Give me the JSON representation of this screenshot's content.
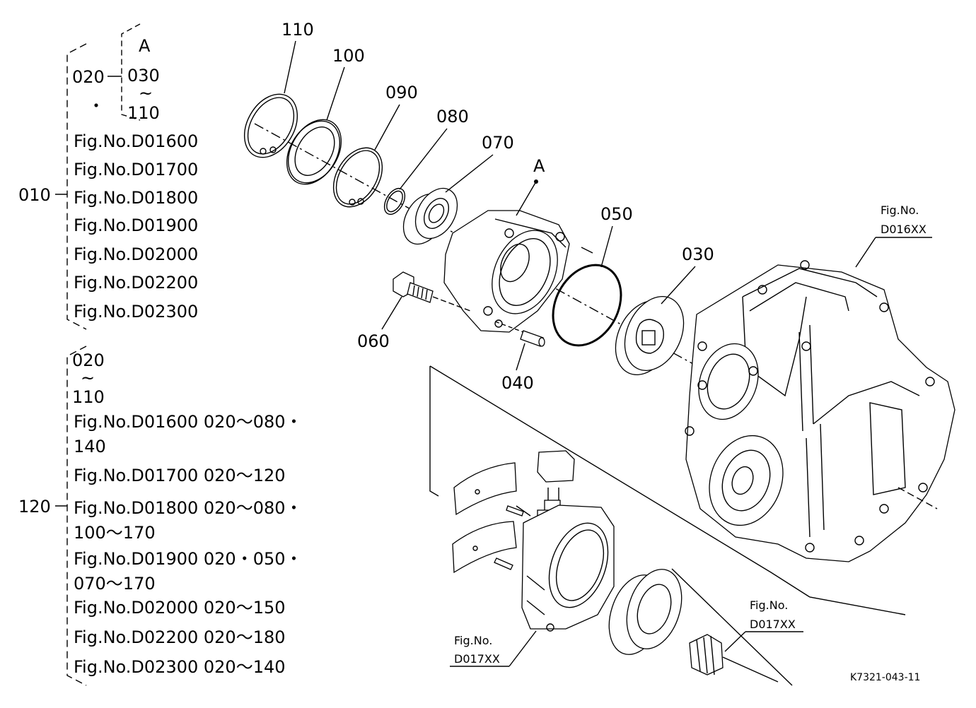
{
  "callouts": {
    "c110": "110",
    "c100": "100",
    "c090": "090",
    "c080": "080",
    "c070": "070",
    "cA": "A",
    "c050": "050",
    "c030": "030",
    "c060": "060",
    "c040": "040"
  },
  "refs": {
    "d016_line1": "Fig.No.",
    "d016_line2": "D016XX",
    "d017a_line1": "Fig.No.",
    "d017a_line2": "D017XX",
    "d017b_line1": "Fig.No.",
    "d017b_line2": "D017XX"
  },
  "drawing_code": "K7321-043-11",
  "legend_top": {
    "parent": "020",
    "a_label": "A",
    "range_start": "030",
    "tilde": "~",
    "range_end": "110",
    "dot": "・",
    "group_id": "010",
    "figs": [
      "Fig.No.D01600",
      "Fig.No.D01700",
      "Fig.No.D01800",
      "Fig.No.D01900",
      "Fig.No.D02000",
      "Fig.No.D02200",
      "Fig.No.D02300"
    ]
  },
  "legend_bottom": {
    "group_id": "120",
    "range_start": "020",
    "tilde": "~",
    "range_end": "110",
    "lines": [
      "Fig.No.D01600  020～080・",
      "140",
      "Fig.No.D01700  020～120",
      "Fig.No.D01800  020～080・",
      "100～170",
      "Fig.No.D01900  020・050・",
      "070～170",
      "Fig.No.D02000  020～150",
      "Fig.No.D02200  020～180",
      "Fig.No.D02300  020～140"
    ]
  }
}
